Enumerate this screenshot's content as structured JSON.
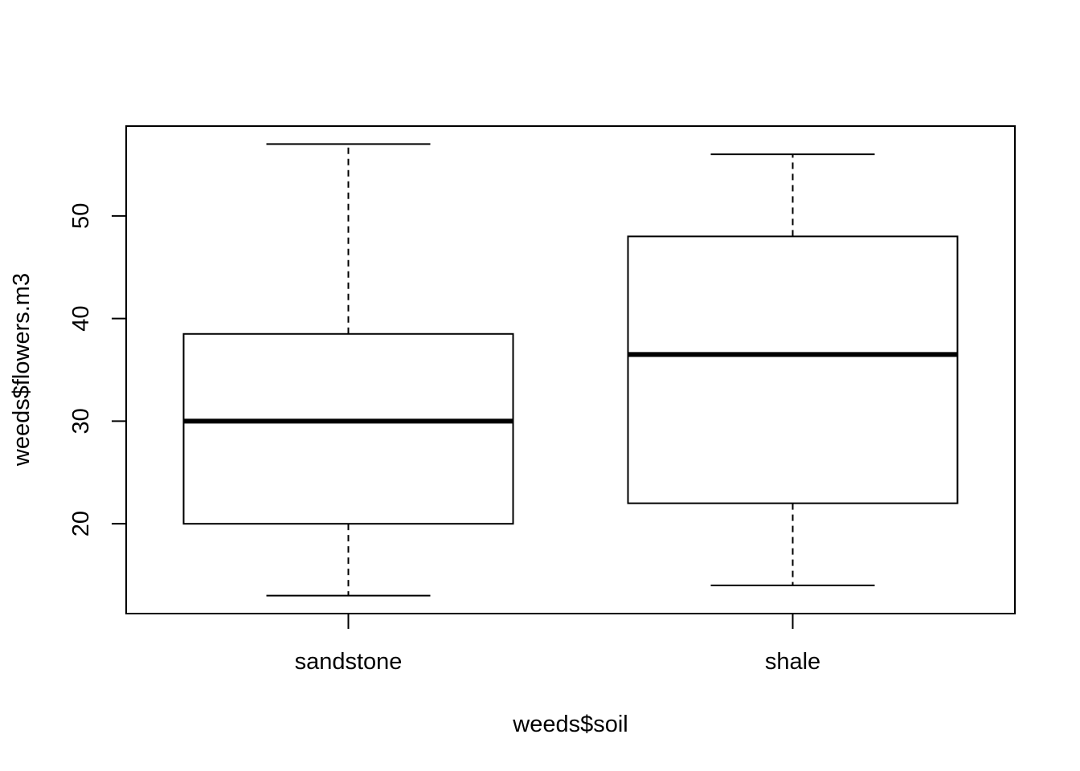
{
  "chart_data": {
    "type": "boxplot",
    "title": "",
    "xlabel": "weeds$soil",
    "ylabel": "weeds$flowers.m3",
    "categories": [
      "sandstone",
      "shale"
    ],
    "boxes": [
      {
        "category": "sandstone",
        "whisker_low": 13,
        "q1": 20,
        "median": 30,
        "q3": 38.5,
        "whisker_high": 57
      },
      {
        "category": "shale",
        "whisker_low": 14,
        "q1": 22,
        "median": 36.5,
        "q3": 48,
        "whisker_high": 56
      }
    ],
    "yticks": [
      "20",
      "30",
      "40",
      "50"
    ],
    "ylim": [
      11.25,
      58.75
    ],
    "grid": false,
    "legend": "none",
    "colors": {
      "box_fill": "#ffffff",
      "stroke": "#000000"
    }
  }
}
